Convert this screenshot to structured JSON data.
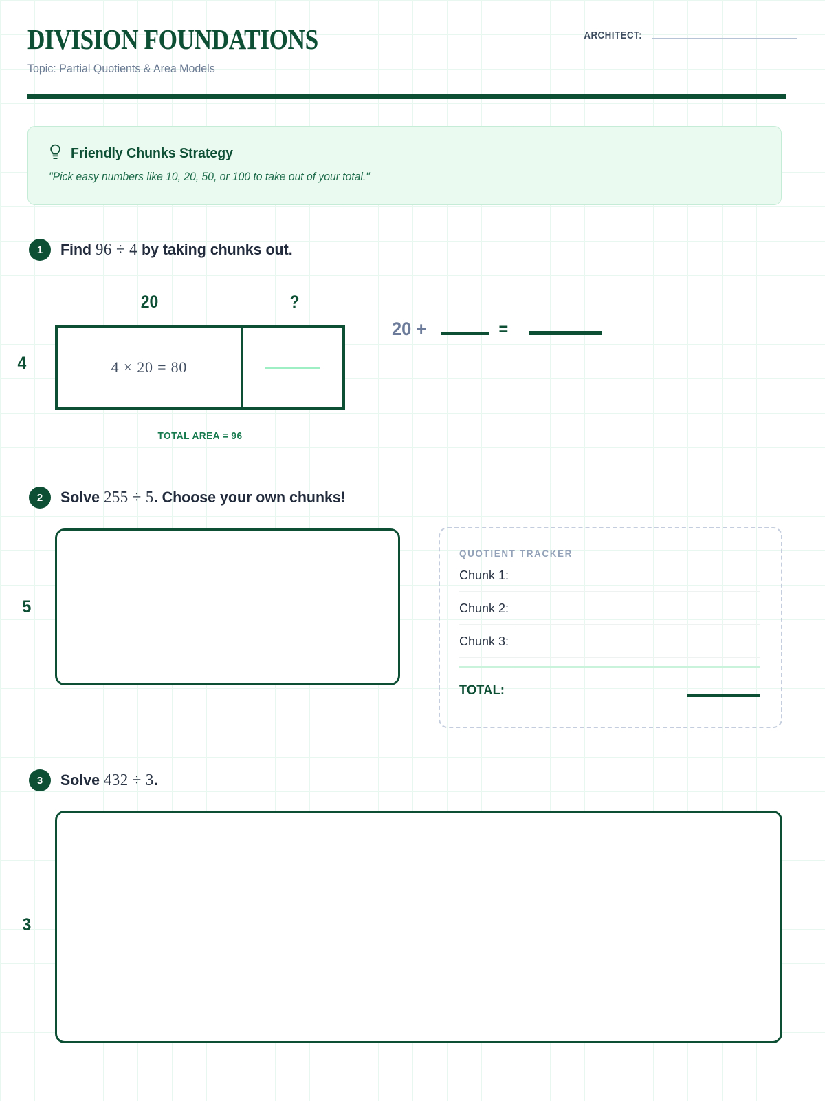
{
  "header": {
    "title": "DIVISION FOUNDATIONS",
    "subtitle": "Topic: Partial Quotients & Area Models",
    "architect_label": "ARCHITECT:",
    "architect_value": ""
  },
  "strategy": {
    "icon": "lightbulb-icon",
    "title": "Friendly Chunks Strategy",
    "quote": "\"Pick easy numbers like 10, 20, 50, or 100 to take out of your total.\""
  },
  "problems": [
    {
      "number": "1",
      "prefix": "Find ",
      "expression": "96 ÷ 4",
      "suffix": " by taking chunks out.",
      "area_model": {
        "row_label": "4",
        "col_label_1": "20",
        "col_label_2": "?",
        "cell_1_expression": "4 × 20 = 80",
        "cell_2_value": "",
        "total_area": "TOTAL AREA = 96"
      },
      "equation": {
        "term": "20 +",
        "blank_1": "",
        "operator": "=",
        "blank_2": ""
      }
    },
    {
      "number": "2",
      "prefix": "Solve ",
      "expression": "255 ÷ 5",
      "suffix": ". Choose your own chunks!",
      "work_box_side_number": "5",
      "work_box_value": "",
      "tracker": {
        "title": "QUOTIENT TRACKER",
        "rows": [
          {
            "label": "Chunk 1:",
            "value": ""
          },
          {
            "label": "Chunk 2:",
            "value": ""
          },
          {
            "label": "Chunk 3:",
            "value": ""
          }
        ],
        "total_label": "TOTAL:",
        "total_value": ""
      }
    },
    {
      "number": "3",
      "prefix": "Solve ",
      "expression": "432 ÷ 3",
      "suffix": ".",
      "work_box_side_number": "3",
      "work_box_value": ""
    }
  ],
  "colors": {
    "brand_green": "#0d4f35",
    "mint_light": "#9fefc4",
    "callout_bg": "#eafaf0",
    "callout_border": "#c5ecd7",
    "slate_text": "#212b3b",
    "muted_blue": "#6b7b93",
    "grid_line": "#e8f7ef",
    "dashed_border": "#c3cddd"
  }
}
